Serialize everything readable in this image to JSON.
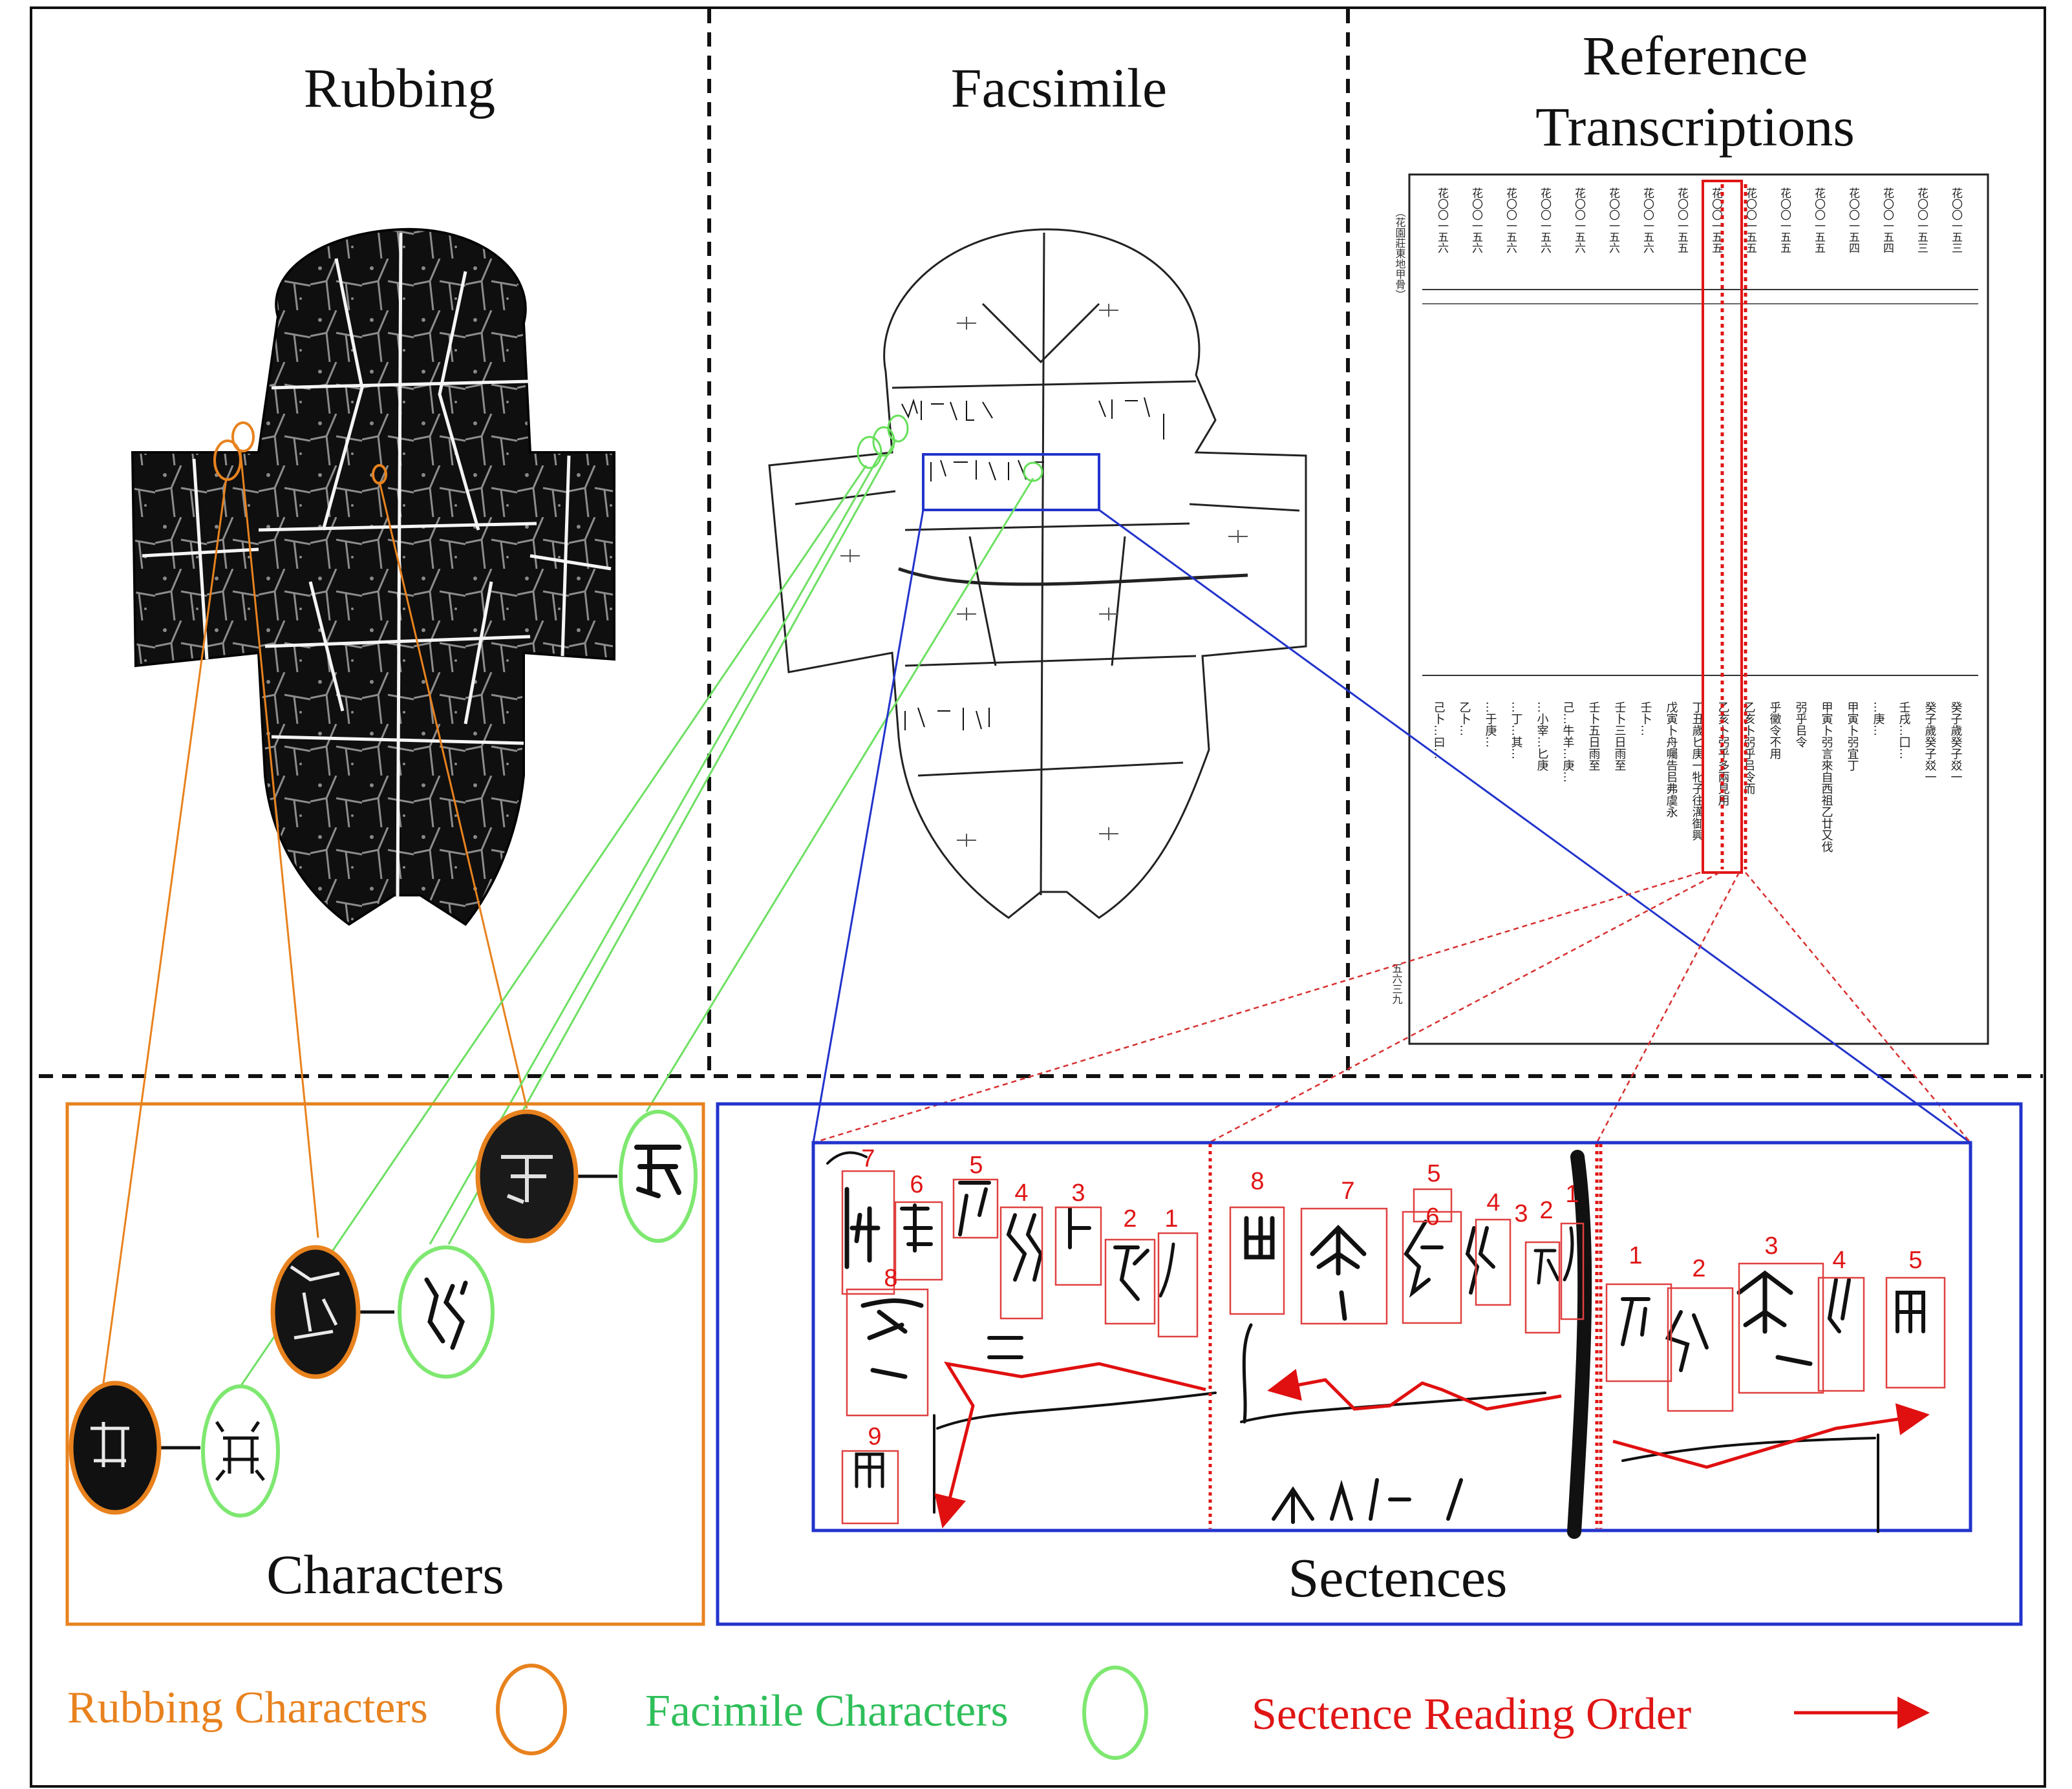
{
  "headings": {
    "rubbing": "Rubbing",
    "facsimile": "Facsimile",
    "reference_line1": "Reference",
    "reference_line2": "Transcriptions"
  },
  "panels": {
    "characters": "Characters",
    "sentences": "Sectences"
  },
  "legend": {
    "rubbing": "Rubbing Characters",
    "facsimile": "Facimile Characters",
    "reading_order": "Sectence Reading Order"
  },
  "sentence_numbers": {
    "group1": [
      "7",
      "6",
      "5",
      "4",
      "3",
      "2",
      "1",
      "8",
      "9"
    ],
    "group2": [
      "8",
      "7",
      "6",
      "5",
      "4",
      "3",
      "2",
      "1"
    ],
    "group3": [
      "1",
      "2",
      "3",
      "4",
      "5"
    ]
  },
  "transcription": {
    "columns": [
      "花〇〇一五三",
      "花〇〇一五三",
      "花〇〇一五四",
      "花〇〇一五四",
      "花〇〇一五五",
      "花〇〇一五五",
      "花〇〇一五五",
      "花〇〇一五五",
      "花〇〇一五五",
      "花〇〇一五六",
      "花〇〇一五六",
      "花〇〇一五六",
      "花〇〇一五六",
      "花〇〇一五六",
      "花〇〇一五六",
      "花〇〇一五六"
    ],
    "lower_lines": [
      "癸子歲癸子㸚一",
      "癸子歲癸子㸚一",
      "壬戌…囗…",
      "…庚…",
      "甲寅卜弜宜丁",
      "甲寅卜弜言來自西祖乙廿又伐",
      "弜乎㠯令",
      "乎黴令不用",
      "乙亥卜弜乎㠯令而",
      "乙亥卜弜乎多兩見用",
      "丁丑歲匕庚一牝子往澫御興",
      "戊寅卜舟囑告㠯弗虞永",
      "壬卜…",
      "壬卜三日雨至",
      "壬卜五日雨至",
      "己…牛羊…庚…",
      "…小宰…匕庚",
      "…丁…其…",
      "…于庚…",
      "乙卜…",
      "己卜…曰…"
    ],
    "left_caption": "（花園莊東地甲骨）",
    "page_number": "五六三九"
  }
}
